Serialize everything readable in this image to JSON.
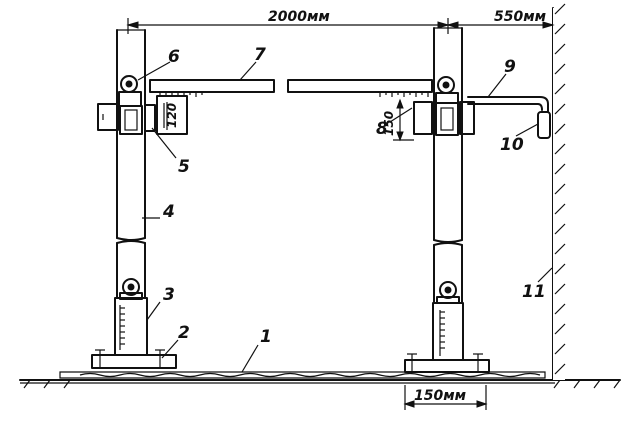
{
  "dimensions": {
    "span": "2000мм",
    "wall_gap": "550мм",
    "base_offset": "150мм",
    "clamp_left": "120",
    "clamp_right": "150"
  },
  "labels": {
    "n1": "1",
    "n2": "2",
    "n3": "3",
    "n4": "4",
    "n5": "5",
    "n6": "6",
    "n7": "7",
    "n8": "8",
    "n9": "9",
    "n10": "10",
    "n11": "11"
  }
}
